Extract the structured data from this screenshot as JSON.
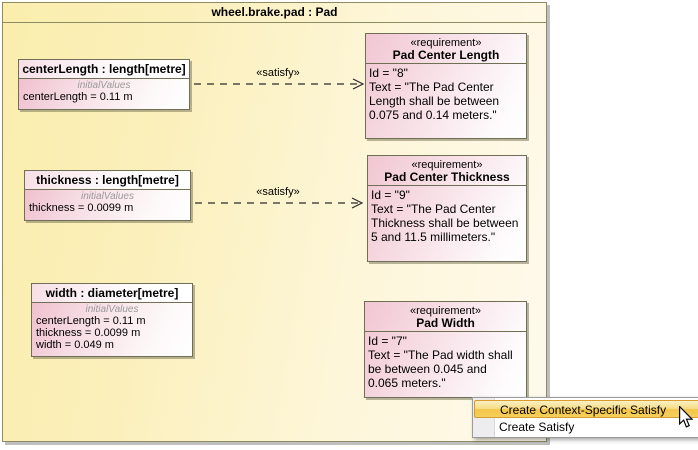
{
  "diagram": {
    "title": "wheel.brake.pad : Pad",
    "blocks": [
      {
        "header": "centerLength : length[metre]",
        "compartment_label": "initialValues",
        "values": [
          "centerLength = 0.11 m"
        ]
      },
      {
        "header": "thickness : length[metre]",
        "compartment_label": "initialValues",
        "values": [
          "thickness = 0.0099 m"
        ]
      },
      {
        "header": "width : diameter[metre]",
        "compartment_label": "initialValues",
        "values": [
          "centerLength = 0.11 m",
          "thickness = 0.0099 m",
          "width = 0.049 m"
        ]
      }
    ],
    "requirements": [
      {
        "stereotype": "«requirement»",
        "name": "Pad Center Length",
        "lines": [
          "Id = \"8\"",
          "Text = \"The Pad Center",
          "Length shall be between",
          "0.075 and 0.14 meters.\""
        ]
      },
      {
        "stereotype": "«requirement»",
        "name": "Pad Center Thickness",
        "lines": [
          "Id = \"9\"",
          "Text = \"The Pad Center",
          "Thickness shall be between",
          "5 and 11.5 millimeters.\""
        ]
      },
      {
        "stereotype": "«requirement»",
        "name": "Pad Width",
        "lines": [
          "Id = \"7\"",
          "Text = \"The Pad width shall",
          "be between 0.045 and",
          "0.065 meters.\""
        ]
      }
    ],
    "connectors": [
      {
        "label": "«satisfy»"
      },
      {
        "label": "«satisfy»"
      }
    ]
  },
  "context_menu": {
    "items": [
      {
        "label": "Create Context-Specific Satisfy",
        "highlighted": true
      },
      {
        "label": "Create Satisfy",
        "highlighted": false
      }
    ]
  },
  "colors": {
    "frame_fill_left": "#FAEDAD",
    "frame_fill_right": "#FEFAEC",
    "frame_border": "#8C8C64",
    "block_border": "#6F6F55",
    "block_fill_pink": "#EFBCCC",
    "requirement_fill_pink": "#F1C6D3",
    "menu_highlight_top": "#FBF0C4",
    "menu_highlight_bottom": "#F3C64A",
    "menu_highlight_border": "#D89B2D",
    "connector_line": "#2B2B2B"
  }
}
